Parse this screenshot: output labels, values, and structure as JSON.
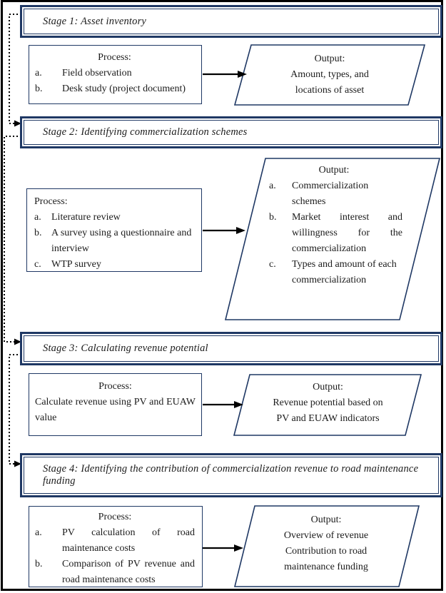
{
  "colors": {
    "border_navy": "#1f3864",
    "frame_black": "#000000",
    "text_color": "#1b1b1b",
    "background": "#ffffff"
  },
  "stages": [
    {
      "title": "Stage 1: Asset inventory",
      "process": {
        "heading": "Process:",
        "items": [
          {
            "marker": "a.",
            "text": "Field observation"
          },
          {
            "marker": "b.",
            "text": "Desk study (project document)"
          }
        ]
      },
      "output": {
        "heading": "Output:",
        "lines": [
          "Amount, types, and",
          "locations of asset"
        ]
      }
    },
    {
      "title": "Stage 2: Identifying commercialization schemes",
      "process": {
        "heading": "Process:",
        "items": [
          {
            "marker": "a.",
            "text": "Literature review"
          },
          {
            "marker": "b.",
            "text": "A survey using a questionnaire and interview"
          },
          {
            "marker": "c.",
            "text": "WTP survey"
          }
        ]
      },
      "output": {
        "heading": "Output:",
        "items": [
          {
            "marker": "a.",
            "text": "Commercialization schemes"
          },
          {
            "marker": "b.",
            "text": "Market interest and willingness for the commercialization"
          },
          {
            "marker": "c.",
            "text": "Types and amount of each commercialization"
          }
        ]
      }
    },
    {
      "title": "Stage 3: Calculating revenue potential",
      "process": {
        "heading": "Process:",
        "body": "Calculate revenue using PV and EUAW value"
      },
      "output": {
        "heading": "Output:",
        "lines": [
          "Revenue potential based on",
          "PV and EUAW indicators"
        ]
      }
    },
    {
      "title": "Stage 4: Identifying the contribution of commercialization revenue to road maintenance funding",
      "process": {
        "heading": "Process:",
        "items": [
          {
            "marker": "a.",
            "text": "PV calculation of road maintenance costs"
          },
          {
            "marker": "b.",
            "text": "Comparison of PV revenue and road maintenance costs"
          }
        ]
      },
      "output": {
        "heading": "Output:",
        "lines": [
          "Overview of revenue",
          "Contribution to road",
          "maintenance funding"
        ]
      }
    }
  ]
}
